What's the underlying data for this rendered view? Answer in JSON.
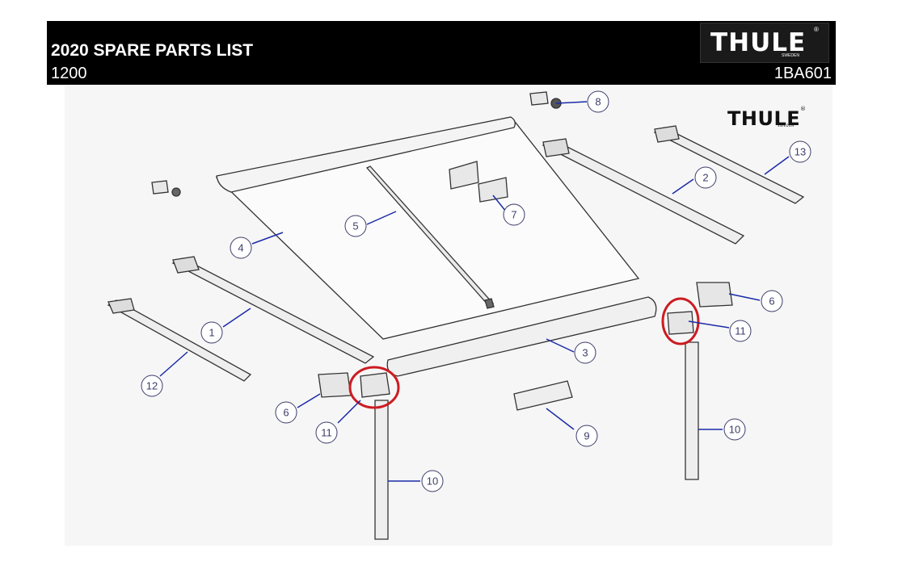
{
  "header": {
    "title": "2020 SPARE PARTS LIST",
    "model": "1200",
    "part_number": "1BA601",
    "brand": "THULE",
    "brand_sub": "SWEDEN",
    "registered": "®"
  },
  "diagram": {
    "brand": "THULE",
    "brand_sub": "SWEDEN",
    "registered": "®",
    "callouts": [
      "1",
      "2",
      "3",
      "4",
      "5",
      "6",
      "6",
      "7",
      "8",
      "9",
      "10",
      "10",
      "11",
      "11",
      "12",
      "13"
    ]
  },
  "colors": {
    "header_bg": "#000000",
    "leader": "#1a2aa8",
    "highlight": "#cc1c22",
    "callout": "#3d3d6b"
  }
}
